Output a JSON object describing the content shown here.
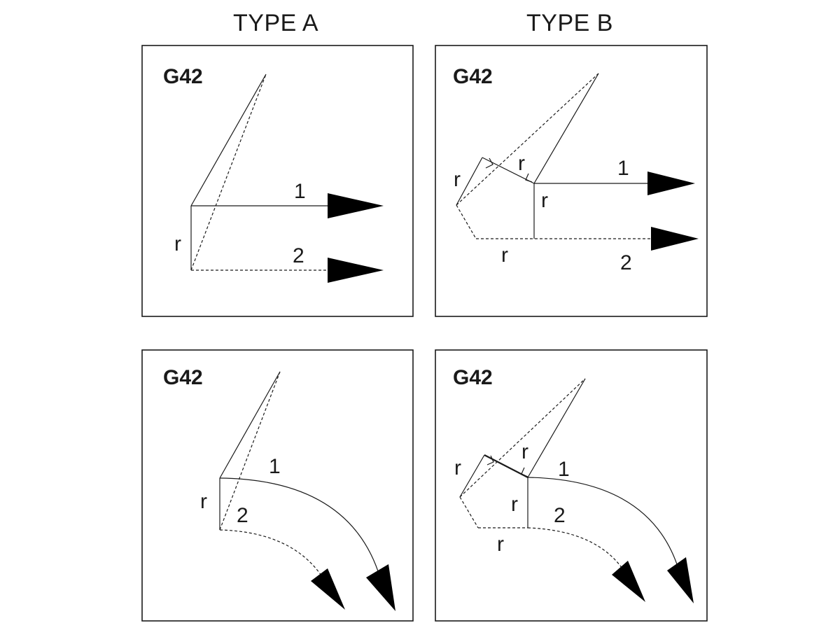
{
  "columns": {
    "a": "TYPE A",
    "b": "TYPE B"
  },
  "panels": [
    {
      "id": "a-top",
      "code": "G42",
      "r": "r",
      "path1": "1",
      "path2": "2"
    },
    {
      "id": "b-top",
      "code": "G42",
      "r": "r",
      "path1": "1",
      "path2": "2"
    },
    {
      "id": "a-bottom",
      "code": "G42",
      "r": "r",
      "path1": "1",
      "path2": "2"
    },
    {
      "id": "b-bottom",
      "code": "G42",
      "r": "r",
      "path1": "1",
      "path2": "2"
    }
  ]
}
